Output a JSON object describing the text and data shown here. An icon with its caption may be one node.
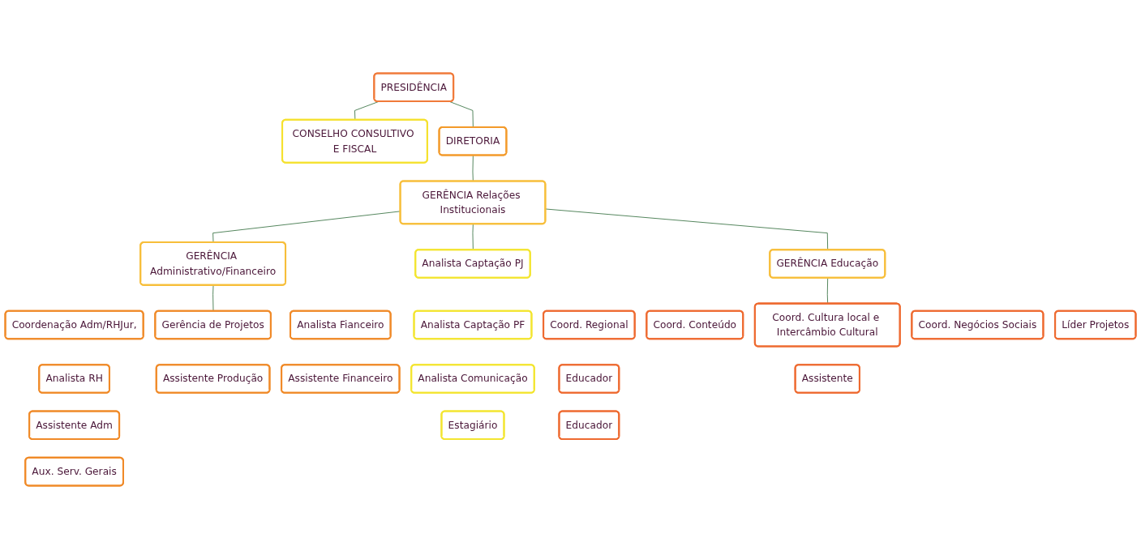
{
  "diagram": {
    "nodes": [
      {
        "text": [
          "PRESIDÊNCIA"
        ]
      },
      {
        "text": [
          "CONSELHO CONSULTIVO E FISCAL"
        ]
      },
      {
        "text": [
          "DIRETORIA"
        ]
      },
      {
        "text": [
          "GERÊNCIA Administrativo/Financeiro"
        ]
      },
      {
        "text": [
          "GERÊNCIA Relações Institucionais"
        ]
      },
      {
        "text": [
          "GERÊNCIA Educação"
        ]
      },
      {
        "text": [
          "Coordenação Adm/RHJur,"
        ]
      },
      {
        "text": [
          "Analista RH"
        ]
      },
      {
        "text": [
          "Assistente Adm"
        ]
      },
      {
        "text": [
          "Aux. Serv. Gerais"
        ]
      },
      {
        "text": [
          "Gerência de Projetos"
        ]
      },
      {
        "text": [
          "Assistente Produção"
        ]
      },
      {
        "text": [
          "Analista Fianceiro"
        ]
      },
      {
        "text": [
          "Assistente Financeiro"
        ]
      },
      {
        "text": [
          "Analista Captação PJ"
        ]
      },
      {
        "text": [
          "Analista Captação PF"
        ]
      },
      {
        "text": [
          "Analista Comunicação"
        ]
      },
      {
        "text": [
          "Estagiário"
        ]
      },
      {
        "text": [
          "Coord. Regional"
        ]
      },
      {
        "text": [
          "Educador"
        ]
      },
      {
        "text": [
          "Educador"
        ]
      },
      {
        "text": [
          "Coord. Conteúdo"
        ]
      },
      {
        "text": [
          "Coord. Cultura local e Intercâmbio Cultural"
        ]
      },
      {
        "text": [
          "Assistente"
        ]
      },
      {
        "text": [
          "Coord. Negócios Sociais"
        ]
      },
      {
        "text": [
          "Líder Projetos"
        ]
      }
    ],
    "edges": [
      {
        "from": 0,
        "to": 1,
        "arrow": "none"
      },
      {
        "from": 0,
        "to": 2,
        "arrow": "none"
      },
      {
        "from": 2,
        "to": 4,
        "arrow": "none"
      },
      {
        "from": 4,
        "to": 3,
        "arrow": "none"
      },
      {
        "from": 4,
        "to": 5,
        "arrow": "none"
      },
      {
        "from": 3,
        "to": 10,
        "arrow": "none"
      },
      {
        "from": 4,
        "to": 14,
        "arrow": "none"
      },
      {
        "from": 5,
        "to": 22,
        "arrow": "none"
      }
    ]
  }
}
